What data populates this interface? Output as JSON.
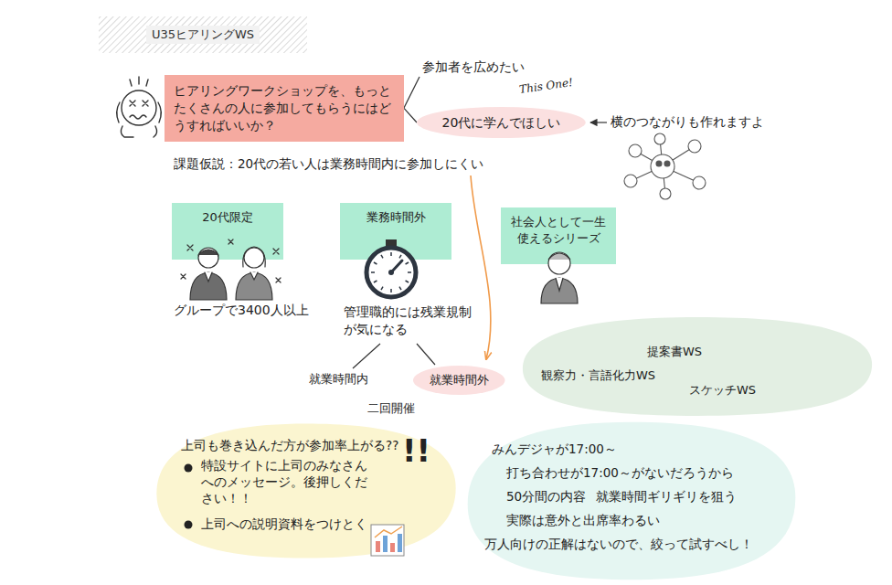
{
  "diagram": {
    "title": "U35ヒアリングWS",
    "nodes": [
      {
        "text": [
          "ヒアリングワークショップを、もっとたくさんの人に参加してもらうにはどうすればいいか？"
        ]
      },
      {
        "text": [
          "20代に学んでほしい"
        ]
      },
      {
        "text": [
          "20代限定"
        ]
      },
      {
        "text": [
          "業務時間外"
        ]
      },
      {
        "text": [
          "社会人として一生使えるシリーズ"
        ]
      },
      {
        "text": [
          "就業時間外"
        ]
      },
      {
        "text": [
          "提案書WS",
          "観察力・言語化力WS",
          "スケッチWS"
        ]
      },
      {
        "text": [
          "上司も巻き込んだ方が参加率上がる??",
          "特設サイトに上司のみなさんへのメッセージ。後押しください！！",
          "上司への説明資料をつけとく"
        ]
      },
      {
        "text": [
          "みんデジャが17:00～",
          "打ち合わせが17:00～がないだろうから",
          "50分間の内容",
          "就業時間ギリギリを狙う",
          "実際は意外と出席率わるい",
          "万人向けの正解はないので、絞って試すべし！"
        ]
      }
    ],
    "edges": [
      {
        "from": 0,
        "to": 1,
        "arrow": "none"
      }
    ],
    "labels": [
      "参加者を広めたい",
      "This One!",
      "横のつながりも作れますよ",
      "課題仮説：20代の若い人は業務時間内に参加しにくい",
      "グループで3400人以上",
      "管理職的には残業規制が気になる",
      "就業時間内",
      "二回開催",
      "!!"
    ]
  }
}
